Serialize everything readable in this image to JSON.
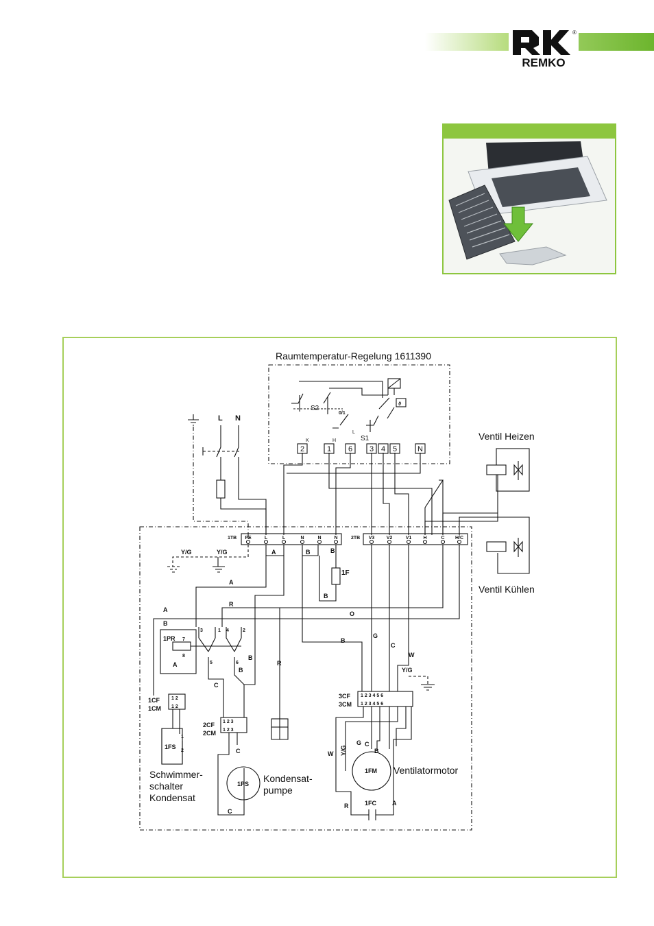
{
  "brand": {
    "name": "REMKO",
    "registered": "®",
    "accent": "#8dc63f"
  },
  "diagram": {
    "controller_title": "Raumtemperatur-Regelung 1611390",
    "switches": {
      "s2": "S2",
      "s1": "S1"
    },
    "controller_terminals": [
      "2",
      "1",
      "6",
      "3",
      "4",
      "5",
      "N"
    ],
    "controller_terminal_letters": {
      "k": "K",
      "h": "H",
      "l": "L"
    },
    "power": {
      "l": "L",
      "n": "N"
    },
    "valve_heat": "Ventil Heizen",
    "valve_cool": "Ventil Kühlen",
    "terminal_block_1": {
      "id": "1TB",
      "terminals": [
        "PE",
        "L",
        "L",
        "N",
        "N",
        "N"
      ]
    },
    "terminal_block_2": {
      "id": "2TB",
      "terminals": [
        "V3",
        "V2",
        "V1",
        "H",
        "C",
        "H/C"
      ]
    },
    "wire_labels": {
      "a": "A",
      "b": "B",
      "c": "C",
      "r": "R",
      "o": "O",
      "g": "G",
      "w": "W",
      "yg": "Y/G"
    },
    "components": {
      "relay": "1PR",
      "fuse": "1F",
      "cf1": "1CF",
      "cm1": "1CM",
      "cf2": "2CF",
      "cm2": "2CM",
      "cf3": "3CF",
      "cm3": "3CM",
      "float_switch": "1FS",
      "pump": "1PS",
      "motor": "1FM",
      "capacitor": "1FC"
    },
    "float_switch_label": [
      "Schwimmer-",
      "schalter",
      "Kondensat"
    ],
    "pump_label": [
      "Kondensat-",
      "pumpe"
    ],
    "motor_label": "Ventilatormotor"
  }
}
